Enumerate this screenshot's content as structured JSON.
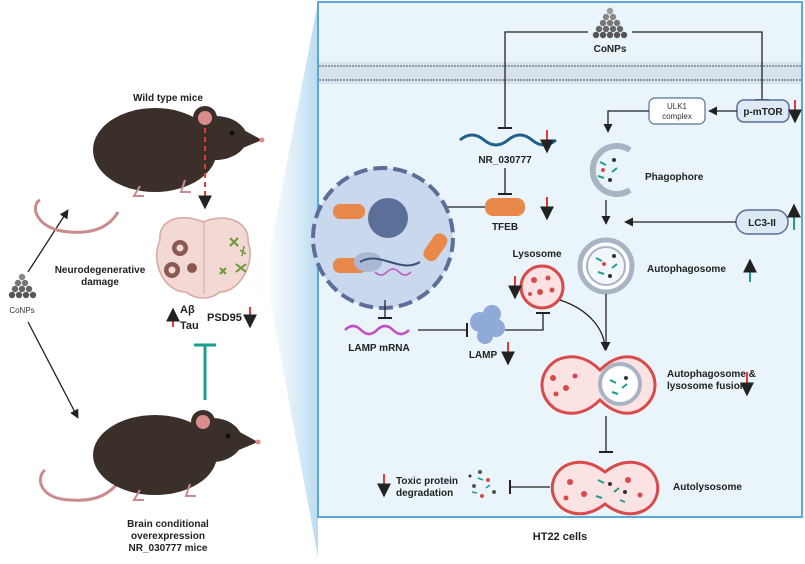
{
  "left": {
    "conps_label": "CoNPs",
    "wild_type_label": "Wild type mice",
    "neuro_label_1": "Neurodegenerative",
    "neuro_label_2": "damage",
    "abeta_label": "Aβ",
    "tau_label": "Tau",
    "psd95_label": "PSD95",
    "brain_cond_1": "Brain conditional",
    "brain_cond_2": "overexpression",
    "brain_cond_3": "NR_030777 mice"
  },
  "panel": {
    "conps_label": "CoNPs",
    "nr_label": "NR_030777",
    "tfeb_label": "TFEB",
    "lamp_mrna_label": "LAMP mRNA",
    "lamp_label": "LAMP",
    "lysosome_label": "Lysosome",
    "ulk1_line1": "ULK1",
    "ulk1_line2": "complex",
    "pmtor_label": "p-mTOR",
    "lc3_label": "LC3-II",
    "phagophore_label": "Phagophore",
    "autophagosome_label": "Autophagosome",
    "fusion_line1": "Autophagosome &",
    "fusion_line2": "lysosome fusion",
    "autolysosome_label": "Autolysosome",
    "toxic_line1": "Toxic protein",
    "toxic_line2": "degradation",
    "cell_caption": "HT22 cells"
  },
  "colors": {
    "down_arrow": "#e53935",
    "up_arrow": "#1e9e8e",
    "panel_fill": "#eaf4fb",
    "panel_border": "#5aa7d8",
    "mouse_body": "#3b2f2a",
    "lysosome_red": "#d94a4a",
    "tfeb_orange": "#e8894a"
  }
}
